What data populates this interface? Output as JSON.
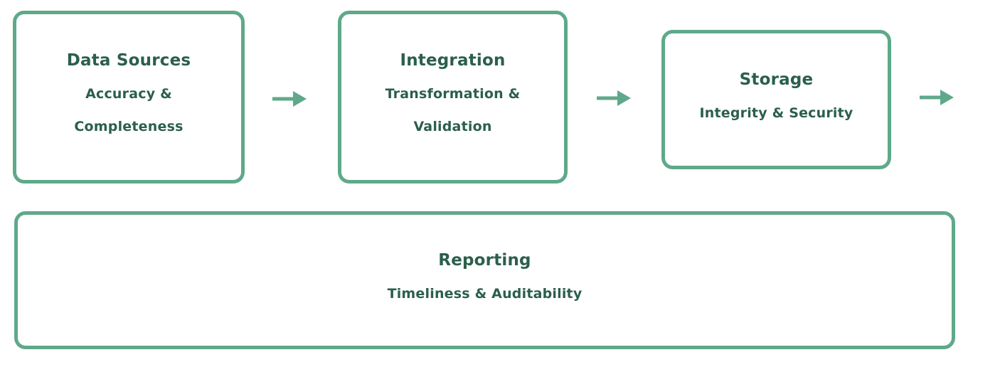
{
  "colors": {
    "accent": "#5fa98a",
    "text": "#2b5f4b",
    "background": "#ffffff"
  },
  "diagram": {
    "nodes": [
      {
        "id": "data-sources",
        "title": "Data Sources",
        "subtitle": "Accuracy &\nCompleteness"
      },
      {
        "id": "integration",
        "title": "Integration",
        "subtitle": "Transformation &\nValidation"
      },
      {
        "id": "storage",
        "title": "Storage",
        "subtitle": "Integrity & Security"
      },
      {
        "id": "reporting",
        "title": "Reporting",
        "subtitle": "Timeliness & Auditability"
      }
    ],
    "arrows": [
      {
        "id": "arrow-data-sources-to-integration"
      },
      {
        "id": "arrow-integration-to-storage"
      },
      {
        "id": "arrow-storage-to-next"
      }
    ]
  }
}
